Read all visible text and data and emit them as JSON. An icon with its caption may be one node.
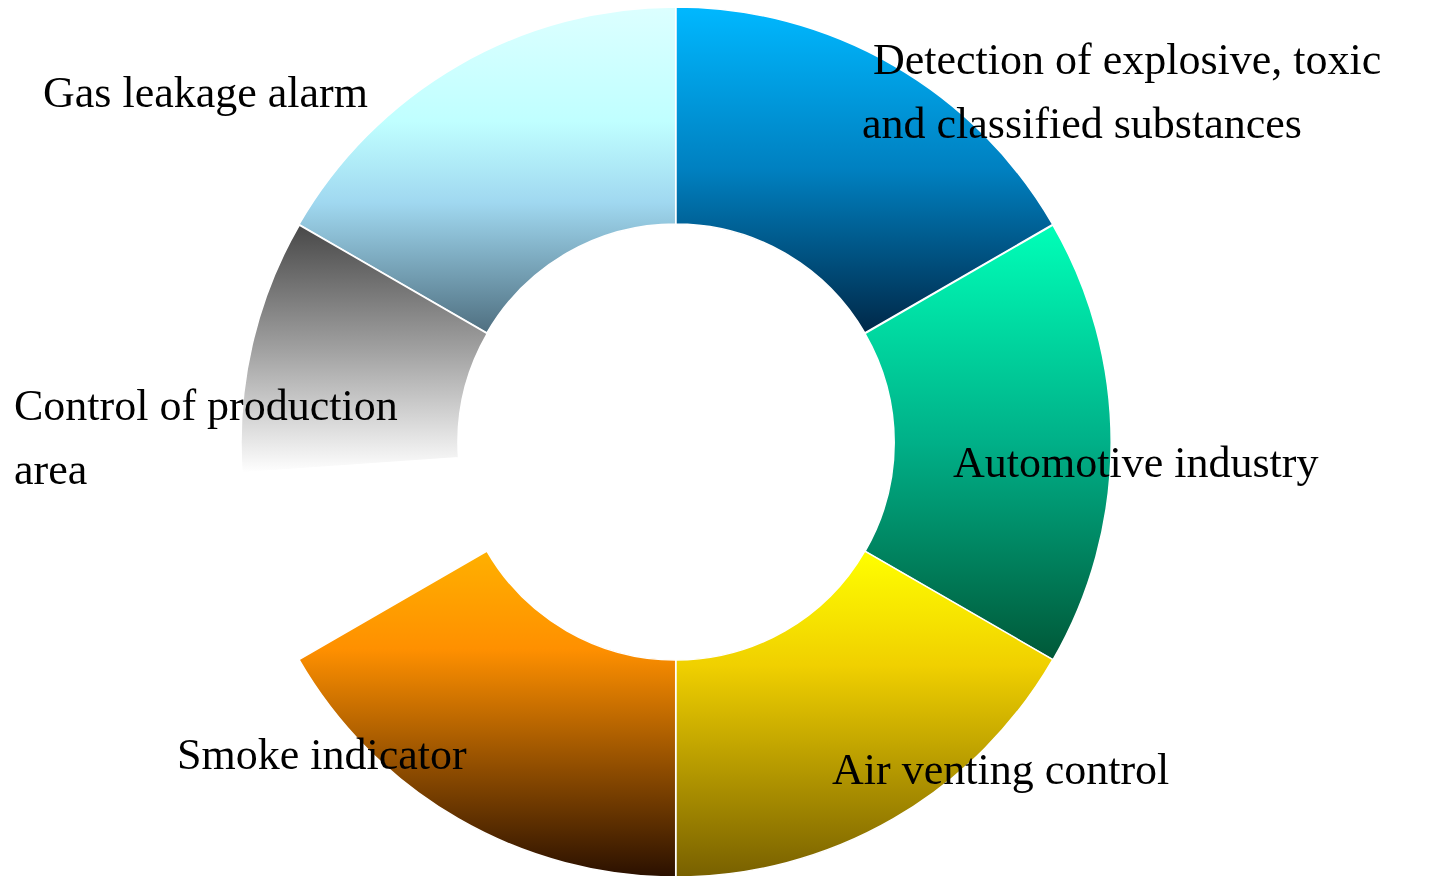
{
  "diagram": {
    "nodes": [
      {
        "text": [
          "Gas leakage alarm"
        ]
      },
      {
        "text": [
          "Detection of explosive, toxic and classified substances"
        ]
      },
      {
        "text": [
          "Control of production area"
        ]
      },
      {
        "text": [
          "Automotive industry"
        ]
      },
      {
        "text": [
          "Smoke indicator"
        ]
      },
      {
        "text": [
          "Air venting control"
        ]
      }
    ]
  }
}
